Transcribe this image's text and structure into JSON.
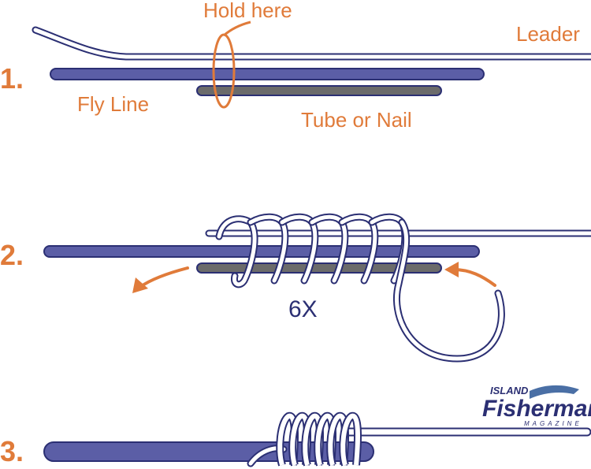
{
  "steps": {
    "one": "1.",
    "two": "2.",
    "three": "3."
  },
  "labels": {
    "hold_here": "Hold here",
    "leader": "Leader",
    "fly_line": "Fly Line",
    "tube_or_nail": "Tube or Nail",
    "wrap_count": "6X"
  },
  "logo": {
    "top": "ISLAND",
    "main": "Fisherman",
    "sub": "MAGAZINE"
  },
  "colors": {
    "accent_orange": "#E07B3A",
    "fly_line_blue": "#5B5EA6",
    "outline_navy": "#2B2F73",
    "tube_gray": "#6B6B6B"
  }
}
